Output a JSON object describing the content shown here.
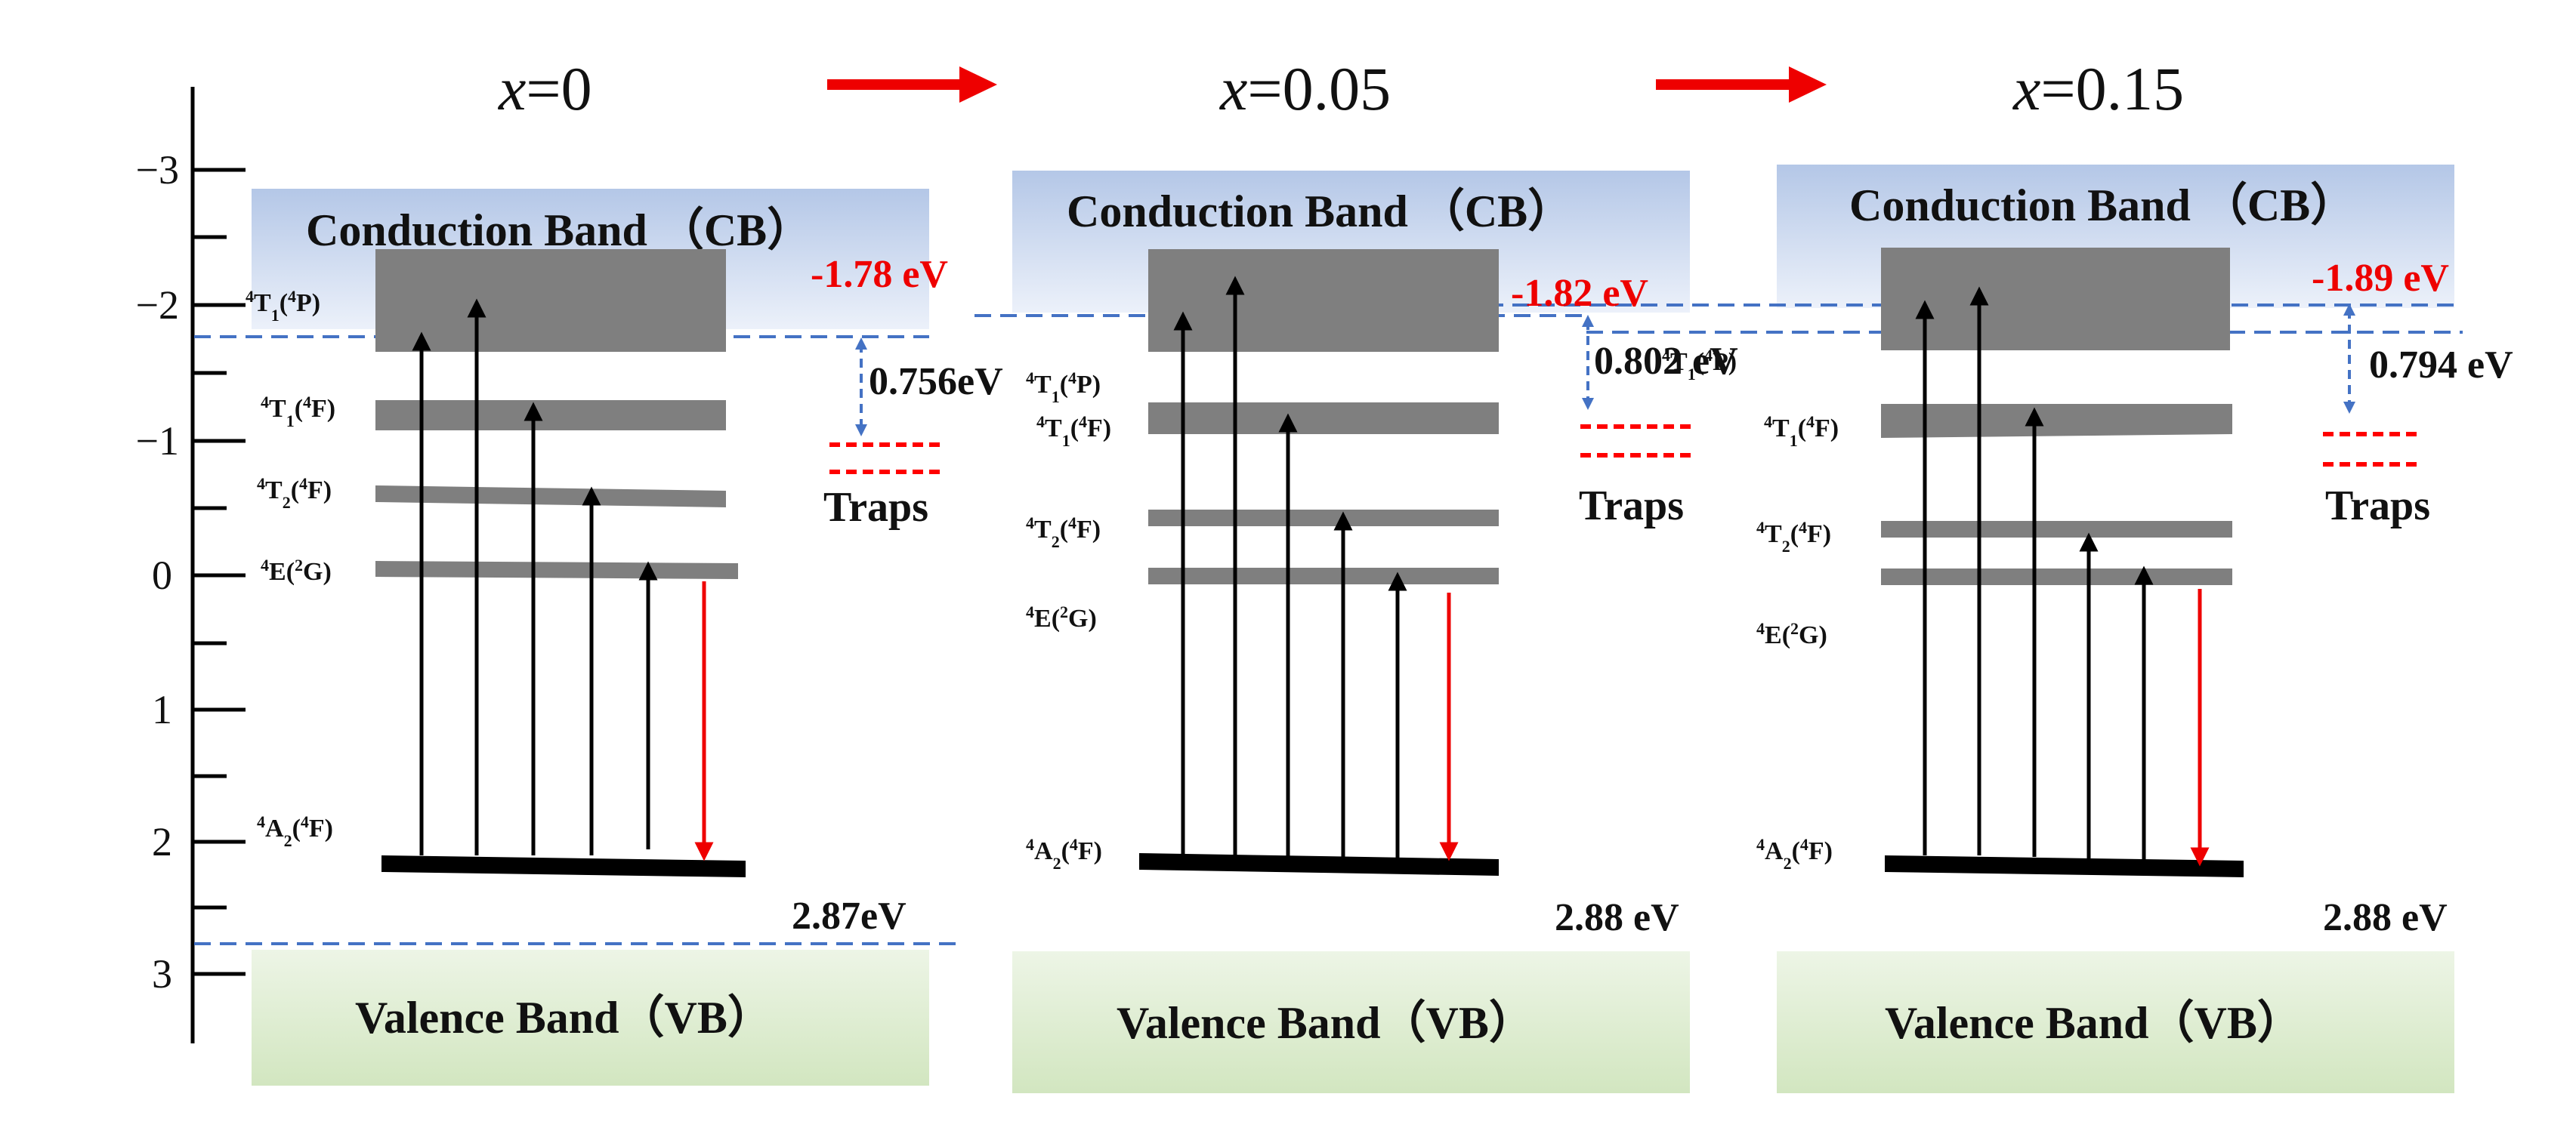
{
  "axis": {
    "ticks": [
      {
        "value": -3,
        "label": "−3"
      },
      {
        "value": -2,
        "label": "−2"
      },
      {
        "value": -1,
        "label": "−1"
      },
      {
        "value": 0,
        "label": "0"
      },
      {
        "value": 1,
        "label": "1"
      },
      {
        "value": 2,
        "label": "2"
      },
      {
        "value": 3,
        "label": "3"
      }
    ]
  },
  "colors": {
    "cb_top": "#b4c7e7",
    "vb": "#d5e8c4",
    "level_gray": "#7f7f7f",
    "emission_red": "#ee0000",
    "dashed_blue": "#4472c4",
    "trap_red": "#ff0000"
  },
  "panels": [
    {
      "title_var": "x",
      "title_val": "=0",
      "cb_label": "Conduction Band （CB）",
      "vb_label": "Valence Band（VB）",
      "cb_edge": "-1.78 eV",
      "trap_depth": "0.756eV",
      "traps_label": "Traps",
      "vb_edge": "2.87eV",
      "levels": [
        {
          "name": "4T1(4P)",
          "sup1": "4",
          "main": "T",
          "sub": "1",
          "open": "(",
          "sup2": "4",
          "rest": "P)"
        },
        {
          "name": "4T1(4F)",
          "sup1": "4",
          "main": "T",
          "sub": "1",
          "open": "(",
          "sup2": "4",
          "rest": "F)"
        },
        {
          "name": "4T2(4F)",
          "sup1": "4",
          "main": "T",
          "sub": "2",
          "open": "(",
          "sup2": "4",
          "rest": "F)"
        },
        {
          "name": "4E(2G)",
          "sup1": "4",
          "main": "E",
          "sub": "",
          "open": "(",
          "sup2": "2",
          "rest": "G)"
        },
        {
          "name": "4A2(4F)",
          "sup1": "4",
          "main": "A",
          "sub": "2",
          "open": "(",
          "sup2": "4",
          "rest": "F)"
        }
      ]
    },
    {
      "title_var": "x",
      "title_val": "=0.05",
      "cb_label": "Conduction Band （CB）",
      "vb_label": "Valence Band（VB）",
      "cb_edge": "-1.82 eV",
      "trap_depth": "0.802 eV",
      "traps_label": "Traps",
      "vb_edge": "2.88 eV",
      "levels": [
        {
          "name": "4T1(4P)",
          "sup1": "4",
          "main": "T",
          "sub": "1",
          "open": "(",
          "sup2": "4",
          "rest": "P)"
        },
        {
          "name": "4T1(4F)",
          "sup1": "4",
          "main": "T",
          "sub": "1",
          "open": "(",
          "sup2": "4",
          "rest": "F)"
        },
        {
          "name": "4T2(4F)",
          "sup1": "4",
          "main": "T",
          "sub": "2",
          "open": "(",
          "sup2": "4",
          "rest": "F)"
        },
        {
          "name": "4E(2G)",
          "sup1": "4",
          "main": "E",
          "sub": "",
          "open": "(",
          "sup2": "2",
          "rest": "G)"
        },
        {
          "name": "4A2(4F)",
          "sup1": "4",
          "main": "A",
          "sub": "2",
          "open": "(",
          "sup2": "4",
          "rest": "F)"
        }
      ]
    },
    {
      "title_var": "x",
      "title_val": "=0.15",
      "cb_label": "Conduction Band （CB）",
      "vb_label": "Valence Band（VB）",
      "cb_edge": "-1.89 eV",
      "trap_depth": "0.794 eV",
      "traps_label": "Traps",
      "vb_edge": "2.88 eV",
      "levels": [
        {
          "name": "4T1(4P)",
          "sup1": "4",
          "main": "T",
          "sub": "1",
          "open": "(",
          "sup2": "4",
          "rest": "P)"
        },
        {
          "name": "4T1(4F)",
          "sup1": "4",
          "main": "T",
          "sub": "1",
          "open": "(",
          "sup2": "4",
          "rest": "F)"
        },
        {
          "name": "4T2(4F)",
          "sup1": "4",
          "main": "T",
          "sub": "2",
          "open": "(",
          "sup2": "4",
          "rest": "F)"
        },
        {
          "name": "4E(2G)",
          "sup1": "4",
          "main": "E",
          "sub": "",
          "open": "(",
          "sup2": "2",
          "rest": "G)"
        },
        {
          "name": "4A2(4F)",
          "sup1": "4",
          "main": "A",
          "sub": "2",
          "open": "(",
          "sup2": "4",
          "rest": "F)"
        }
      ]
    }
  ]
}
